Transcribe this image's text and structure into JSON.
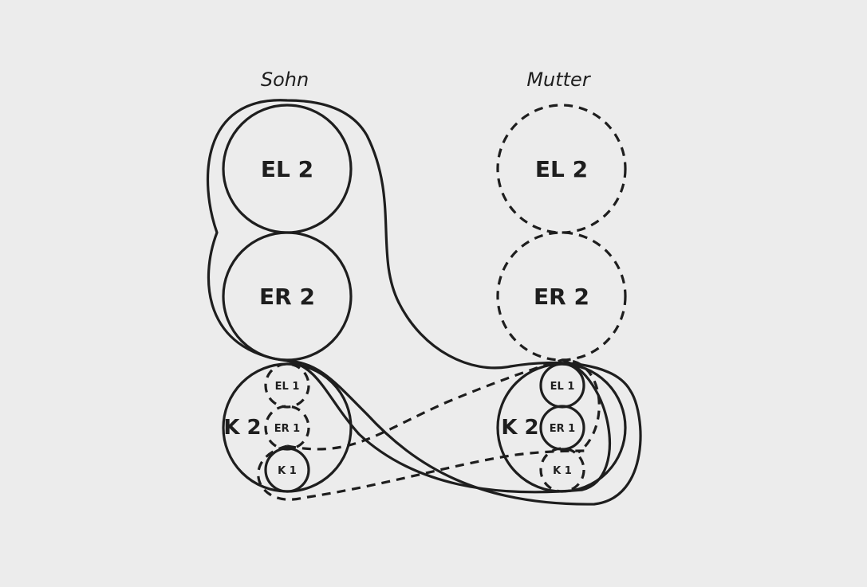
{
  "headers": {
    "left": "Sohn",
    "right": "Mutter"
  },
  "sohn": {
    "el2": "EL 2",
    "er2": "ER 2",
    "k2": "K 2",
    "el1": "EL 1",
    "er1": "ER 1",
    "k1": "K 1"
  },
  "mutter": {
    "el2": "EL 2",
    "er2": "ER 2",
    "k2": "K 2",
    "el1": "EL 1",
    "er1": "ER 1",
    "k1": "K 1"
  },
  "colors": {
    "background": "#ececec",
    "ink": "#1e1e1e"
  }
}
